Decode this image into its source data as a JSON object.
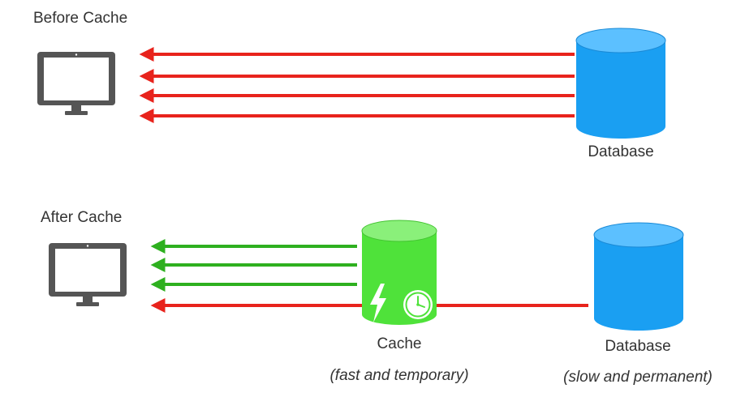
{
  "before": {
    "heading": "Before Cache",
    "database_label": "Database",
    "arrow_color": "#e8231c",
    "arrow_count": 4
  },
  "after": {
    "heading": "After Cache",
    "cache_label": "Cache",
    "cache_note": "(fast and temporary)",
    "database_label": "Database",
    "database_note": "(slow and permanent)",
    "cache_arrow_color": "#2eb01f",
    "cache_arrow_count": 3,
    "db_arrow_color": "#e8231c",
    "db_arrow_count": 1
  },
  "colors": {
    "monitor": "#555555",
    "database": "#1a9ff2",
    "database_top": "#5cc0ff",
    "cache": "#4fe23a",
    "cache_top": "#8af07a",
    "text": "#333333"
  },
  "icons": {
    "client": "monitor-icon",
    "database": "database-cylinder-icon",
    "cache": "cache-cylinder-icon",
    "lightning": "lightning-icon",
    "clock": "clock-icon"
  }
}
